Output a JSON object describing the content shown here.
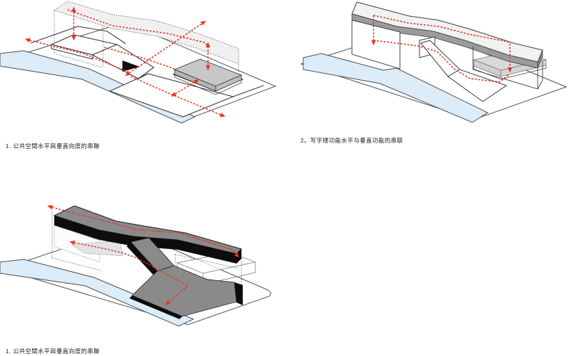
{
  "page": {
    "background": "#ffffff"
  },
  "figures": [
    {
      "id": "axon-1",
      "caption": "1. 公共空間水平與垂直向度的串聯"
    },
    {
      "id": "axon-2",
      "caption": "2。写字楼功能水平与垂直功能的串联"
    },
    {
      "id": "axon-3",
      "caption": "1. 公共空間水平與垂直向度的串聯"
    }
  ],
  "colors": {
    "circulation_red": "#ee3124",
    "water_blue": "#dcecf8",
    "envelope_roof_light": "#f0f0f0",
    "office_band_gray": "#9b9b9b",
    "podium_slab_gray": "#c7c7c7",
    "public_mass_gray": "#8a8a8a",
    "public_mass_black": "#0d0d0d",
    "line_dark": "#3a3a3a"
  }
}
